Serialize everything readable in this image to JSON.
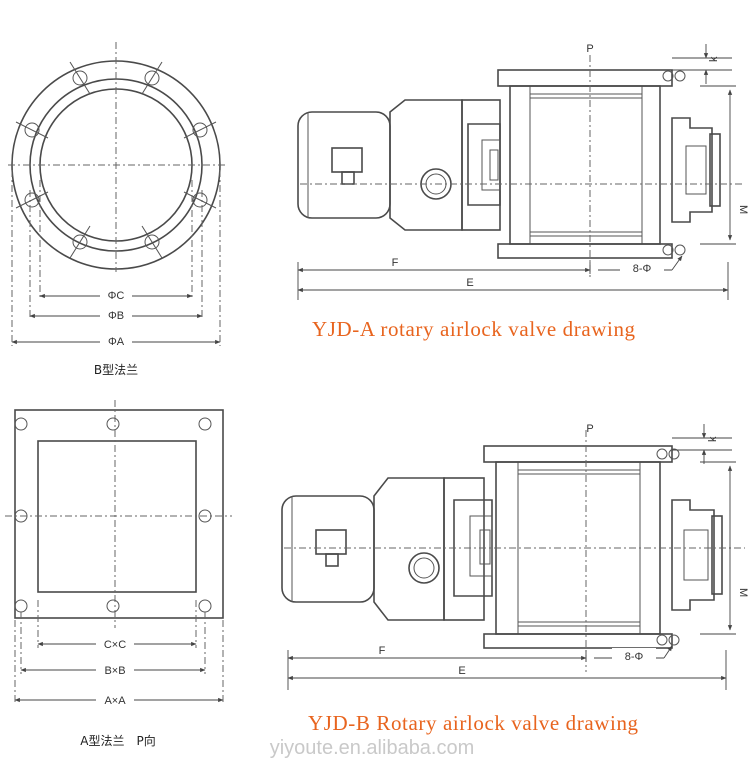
{
  "titles": {
    "a": "YJD-A rotary airlock valve drawing",
    "b": "YJD-B Rotary airlock valve drawing"
  },
  "flange_b": {
    "caption": "B型法兰",
    "dims": [
      "ΦC",
      "ΦB",
      "ΦA"
    ]
  },
  "flange_a": {
    "caption": "A型法兰　P向",
    "dims": [
      "C×C",
      "B×B",
      "A×A"
    ]
  },
  "valve_a": {
    "labels": {
      "p": "P",
      "k": "k",
      "m": "M",
      "f": "F",
      "e": "E",
      "holes": "8-Φ"
    }
  },
  "valve_b": {
    "labels": {
      "p": "P",
      "k": "k",
      "m": "M",
      "f": "F",
      "e": "E",
      "holes": "8-Φ"
    }
  },
  "watermark": "yiyoute.en.alibaba.com",
  "colors": {
    "line": "#4a4a4a",
    "title": "#e8641e",
    "watermark": "#c9c9c9"
  }
}
